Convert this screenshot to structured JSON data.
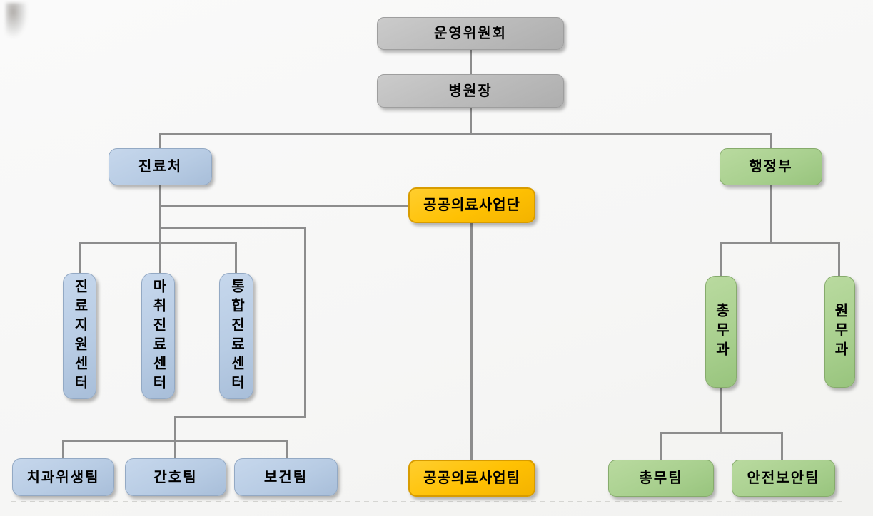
{
  "org_chart": {
    "nodes": {
      "operating_committee": {
        "label": "운영위원회"
      },
      "hospital_director": {
        "label": "병원장"
      },
      "medical_treatment_office": {
        "label": "진료처"
      },
      "public_medical_business_group": {
        "label": "공공의료사업단"
      },
      "administration_department": {
        "label": "행정부"
      },
      "treatment_support_center": {
        "label": "진료지원센터"
      },
      "anesthesia_treatment_center": {
        "label": "마취진료센터"
      },
      "integrated_treatment_center": {
        "label": "통합진료센터"
      },
      "dental_hygiene_team": {
        "label": "치과위생팀"
      },
      "nursing_team": {
        "label": "간호팀"
      },
      "health_team": {
        "label": "보건팀"
      },
      "public_medical_business_team": {
        "label": "공공의료사업팀"
      },
      "general_affairs_section": {
        "label": "총무과"
      },
      "patient_affairs_section": {
        "label": "원무과"
      },
      "general_affairs_team": {
        "label": "총무팀"
      },
      "safety_security_team": {
        "label": "안전보안팀"
      }
    },
    "hierarchy": [
      {
        "parent": "운영위원회",
        "children": [
          "병원장"
        ]
      },
      {
        "parent": "병원장",
        "children": [
          "진료처",
          "공공의료사업단",
          "행정부"
        ]
      },
      {
        "parent": "진료처",
        "children": [
          "진료지원센터",
          "마취진료센터",
          "통합진료센터",
          "치과위생팀",
          "간호팀",
          "보건팀"
        ]
      },
      {
        "parent": "공공의료사업단",
        "children": [
          "공공의료사업팀"
        ]
      },
      {
        "parent": "행정부",
        "children": [
          "총무과",
          "원무과"
        ]
      },
      {
        "parent": "총무과",
        "children": [
          "총무팀",
          "안전보안팀"
        ]
      }
    ],
    "colors": {
      "top_level_fill": "#bcbcbc",
      "medical_branch_fill": "#b8cce4",
      "public_medical_fill": "#ffc103",
      "public_medical_border": "#d89c00",
      "admin_branch_fill": "#a9d08f",
      "connector_line": "#8d8d8d",
      "text": "#000000",
      "background": "#f6f6f5"
    }
  }
}
